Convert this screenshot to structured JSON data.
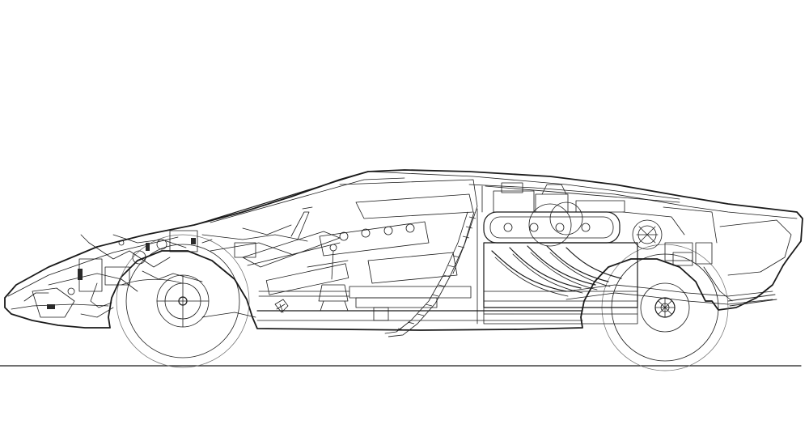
{
  "drawing": {
    "subject": "",
    "ink_color": "#1a1a1a",
    "paper_color": "#ffffff",
    "wheel_count": 2,
    "header_count": 5,
    "intake_port_count": 4
  }
}
